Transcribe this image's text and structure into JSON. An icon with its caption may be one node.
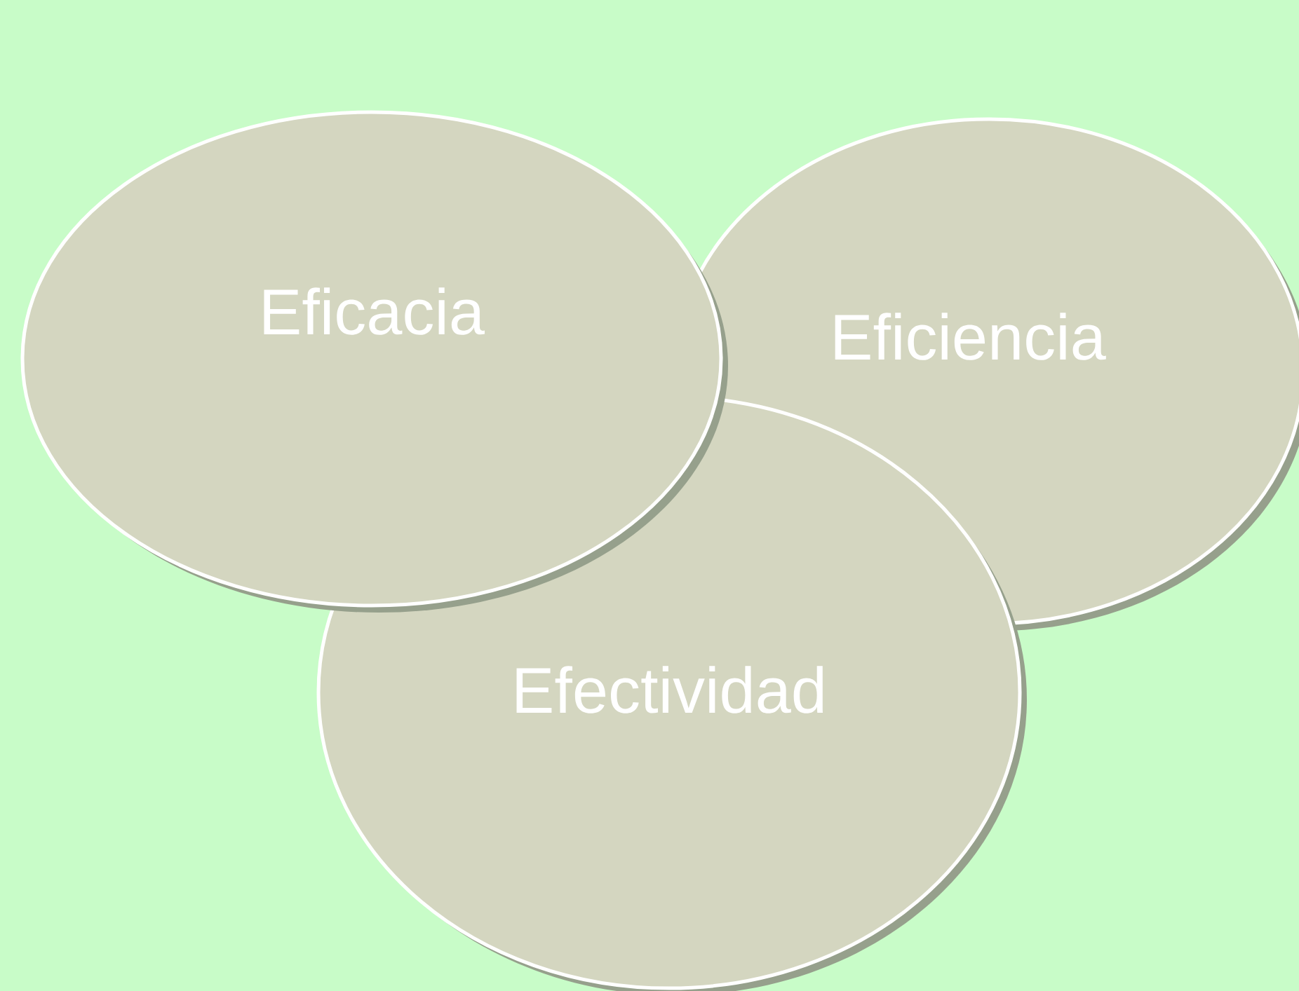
{
  "diagram": {
    "nodes": [
      {
        "text": [
          "Eficacia"
        ]
      },
      {
        "text": [
          "Eficiencia"
        ]
      },
      {
        "text": [
          "Efectividad"
        ]
      }
    ]
  }
}
